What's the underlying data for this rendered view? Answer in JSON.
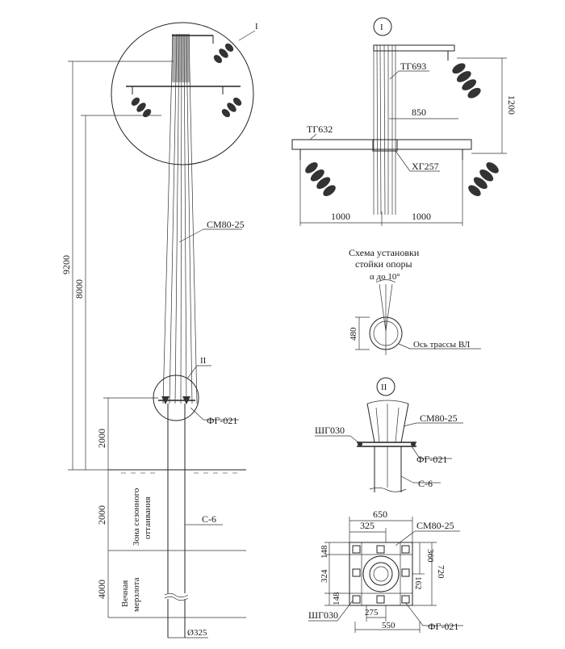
{
  "detail_refs": {
    "detail1": "I",
    "detail2": "II"
  },
  "main_view": {
    "dims": {
      "total_height": "9200",
      "above_ground": "8000",
      "lower_band": "2000",
      "thaw_zone": "2000",
      "permafrost": "4000"
    },
    "leaders": {
      "conductor": "СМ80-25",
      "foundation": "ФГ-021",
      "pile": "С-6"
    },
    "zones": {
      "thaw_line1": "Зона сезонного",
      "thaw_line2": "оттаивания",
      "perm_line1": "Вечная",
      "perm_line2": "мерзлота"
    },
    "diameter": "Ø325"
  },
  "detail1": {
    "labels": {
      "top_arm": "ТГ693",
      "cross_arm": "ТГ632",
      "clamp": "ХГ257"
    },
    "dims": {
      "height": "1200",
      "arm_span": "850",
      "left": "1000",
      "right": "1000"
    }
  },
  "install_scheme": {
    "title_line1": "Схема установки",
    "title_line2": "стойки опоры",
    "angle": "α до 10°",
    "diameter": "480",
    "axis_label": "Ось трассы ВЛ"
  },
  "detail2": {
    "labels": {
      "conductor": "СМ80-25",
      "bolt": "ШГ030",
      "foundation": "ФГ-021",
      "pile": "С-6"
    }
  },
  "plan_view": {
    "dims": {
      "top_total": "650",
      "top_half": "325",
      "left_148a": "148",
      "left_324": "324",
      "left_148b": "148",
      "right_360": "360",
      "right_162": "162",
      "right_720": "720",
      "bottom_275": "275",
      "bottom_550": "550"
    },
    "labels": {
      "conductor": "СМ80-25",
      "bolt": "ШГ030",
      "foundation": "ФГ-021"
    }
  }
}
